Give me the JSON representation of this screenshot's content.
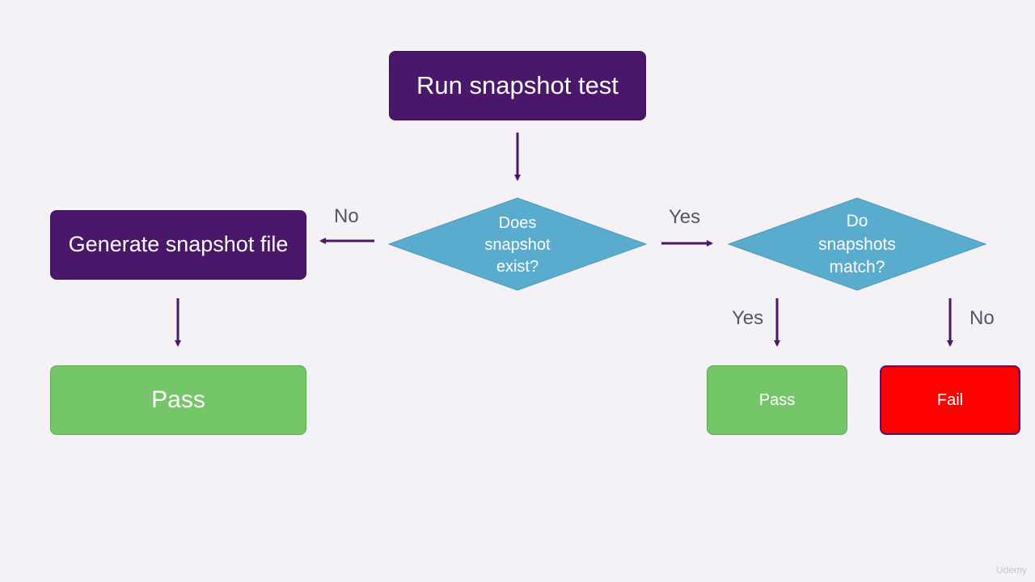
{
  "flow": {
    "start": "Run snapshot test",
    "decision_exists": "Does snapshot exist?",
    "decision_exists_lines": [
      "Does",
      "snapshot",
      "exist?"
    ],
    "generate": "Generate snapshot file",
    "pass_left": "Pass",
    "decision_match": "Do snapshots match?",
    "decision_match_lines": [
      "Do",
      "snapshots",
      "match?"
    ],
    "pass_right": "Pass",
    "fail": "Fail"
  },
  "labels": {
    "no_left": "No",
    "yes_right": "Yes",
    "yes_down": "Yes",
    "no_down": "No"
  },
  "watermark": "Udemy",
  "colors": {
    "background": "#f4f1f7",
    "purple": "#4a176a",
    "diamond": "#5aaccf",
    "green": "#75c668",
    "red": "#ff0000",
    "arrow": "#4a176a"
  }
}
